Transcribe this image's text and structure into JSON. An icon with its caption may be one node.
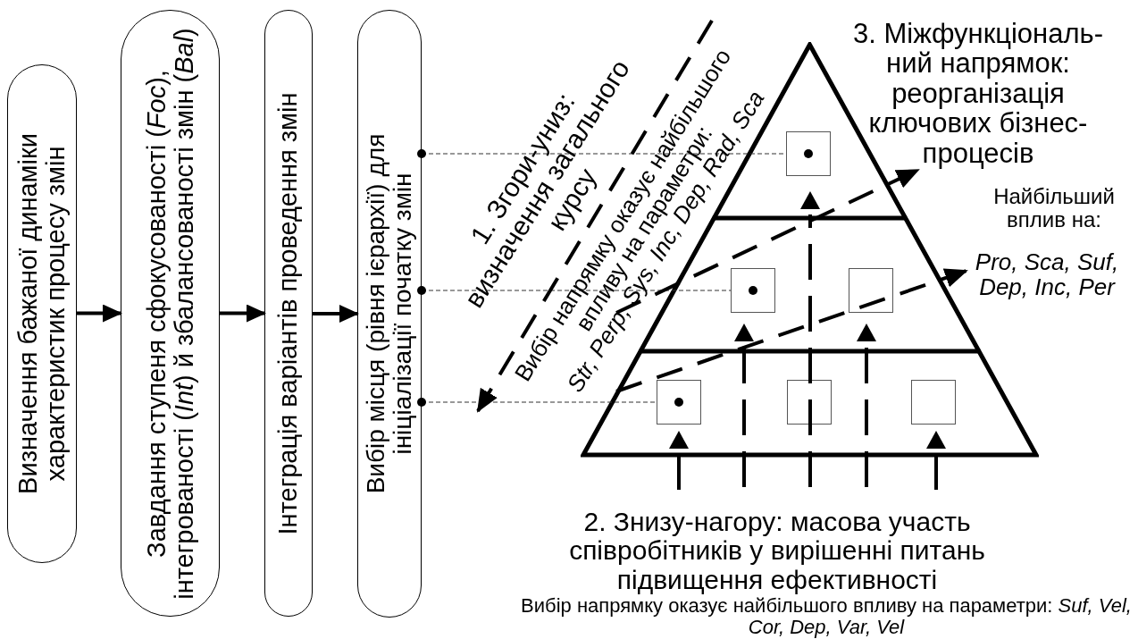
{
  "diagram": {
    "nodes": [
      {
        "text": [
          "Визначення бажаної динаміки характеристик процесу змін"
        ]
      },
      {
        "text": [
          "Завдання ступеня сфокусованості (*Foc*), інтегрованості (*Int*) й збалансованості змін (*Bal*)"
        ]
      },
      {
        "text": [
          "Інтеграція варіантів проведення змін"
        ]
      },
      {
        "text": [
          "Вибір місця (рівня ієрархії) для ініціалізації початку змін"
        ]
      },
      {
        "text": [],
        "shape": "triangle"
      },
      {
        "text": [],
        "shape": "box",
        "in": 4
      },
      {
        "text": [],
        "shape": "box",
        "in": 4
      },
      {
        "text": [],
        "shape": "box",
        "in": 4
      },
      {
        "text": [],
        "shape": "box",
        "in": 4
      },
      {
        "text": [],
        "shape": "box",
        "in": 4
      },
      {
        "text": [],
        "shape": "box",
        "in": 4
      }
    ],
    "edges": [
      {
        "from": 0,
        "to": 1,
        "arrow": "to",
        "style": "thick"
      },
      {
        "from": 1,
        "to": 2,
        "arrow": "to",
        "style": "thick"
      },
      {
        "from": 2,
        "to": 3,
        "arrow": "to",
        "style": "thick"
      },
      {
        "from": 3,
        "to": 5,
        "arrow": "other",
        "style": "dashed"
      },
      {
        "from": 3,
        "to": 6,
        "arrow": "other",
        "style": "dashed"
      },
      {
        "from": 3,
        "to": 8,
        "arrow": "other",
        "style": "dashed"
      }
    ],
    "labels": [
      "1. Згори-униз: визначення загального курсу",
      "Вибір напрямку оказує найбільшого впливу на параметри:",
      "Str, Perp, Sys, Inc, Dep, Rad, Sca",
      "3. Міжфункціональ- ний напрямок: реорганізація ключових бізнес- процесів",
      "Найбільший вплив на:",
      "Pro, Sca, Suf, Dep, Inc, Per",
      "2. Знизу-нагору: масова участь співробітників у вирішенні питань підвищення ефективності",
      "Вибір напрямку оказує найбільшого впливу на параметри: *Suf, Vel, Cor, Dep, Var, Vel*"
    ]
  }
}
